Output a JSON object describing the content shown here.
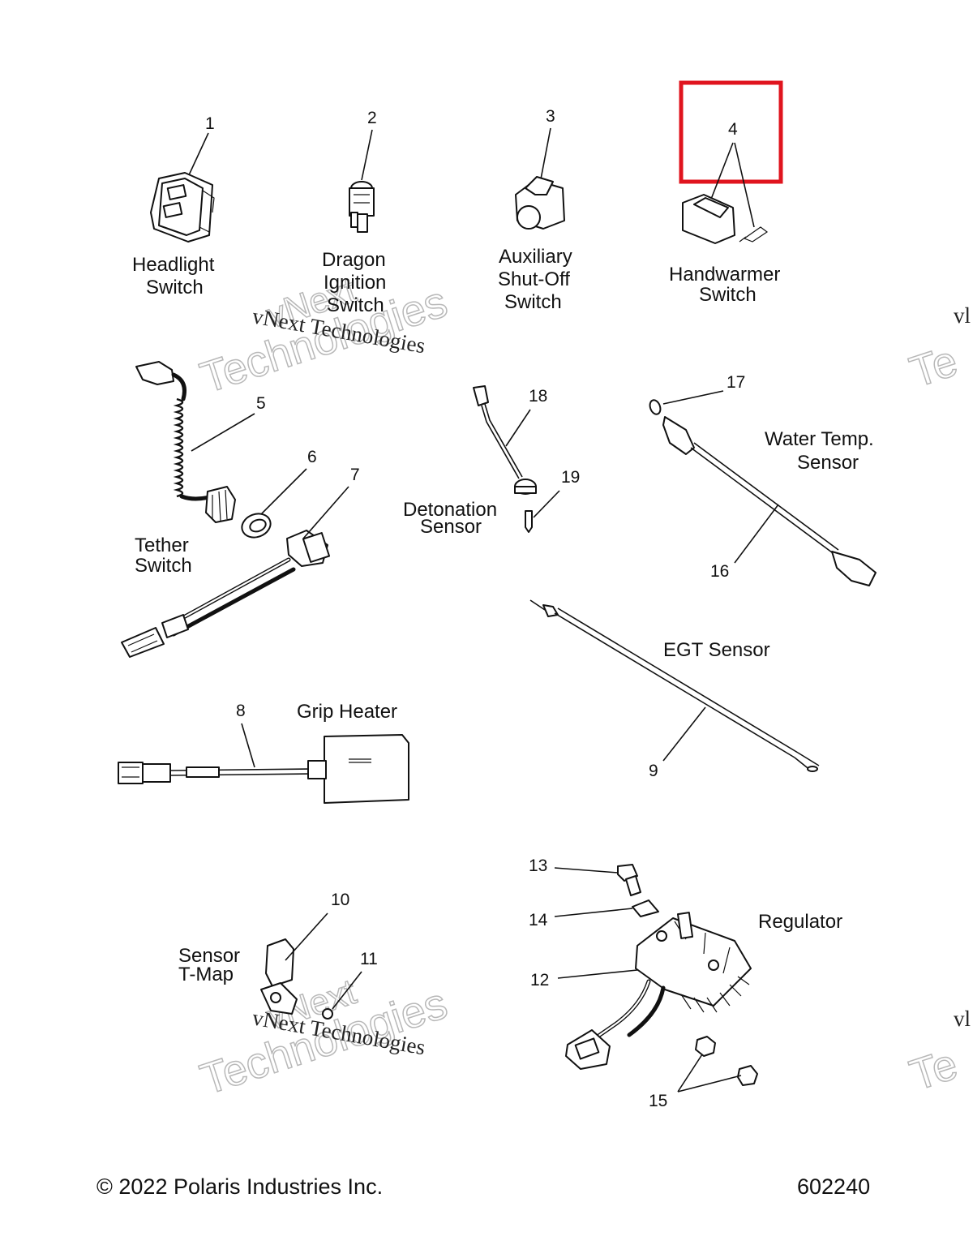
{
  "labels": {
    "headlight_switch": [
      "Headlight",
      "Switch"
    ],
    "dragon_ignition_switch": [
      "Dragon",
      "Ignition",
      "Switch"
    ],
    "auxiliary_shutoff_switch": [
      "Auxiliary",
      "Shut-Off",
      "Switch"
    ],
    "handwarmer_switch": [
      "Handwarmer",
      "Switch"
    ],
    "tether_switch": [
      "Tether",
      "Switch"
    ],
    "detonation_sensor": [
      "Detonation",
      "Sensor"
    ],
    "water_temp_sensor": [
      "Water Temp.",
      "Sensor"
    ],
    "egt_sensor": "EGT Sensor",
    "grip_heater": "Grip Heater",
    "sensor_tmap": [
      "Sensor",
      "T-Map"
    ],
    "regulator": "Regulator"
  },
  "callouts": {
    "c1": "1",
    "c2": "2",
    "c3": "3",
    "c4": "4",
    "c5": "5",
    "c6": "6",
    "c7": "7",
    "c8": "8",
    "c9": "9",
    "c10": "10",
    "c11": "11",
    "c12": "12",
    "c13": "13",
    "c14": "14",
    "c15": "15",
    "c16": "16",
    "c17": "17",
    "c18": "18",
    "c19": "19"
  },
  "highlighted_callout": "4",
  "watermark": {
    "line1": "vNext Technologies",
    "line2": "Technologies",
    "line3": "vNext",
    "edge_fragment_1": "vl",
    "edge_fragment_2": "Te"
  },
  "footer": {
    "copyright": "© 2022 Polaris Industries Inc.",
    "drawing_number": "602240"
  },
  "colors": {
    "highlight_box": "#e0141e",
    "line_art": "#111111",
    "watermark_outline": "#b8b8b8",
    "background": "#ffffff"
  }
}
